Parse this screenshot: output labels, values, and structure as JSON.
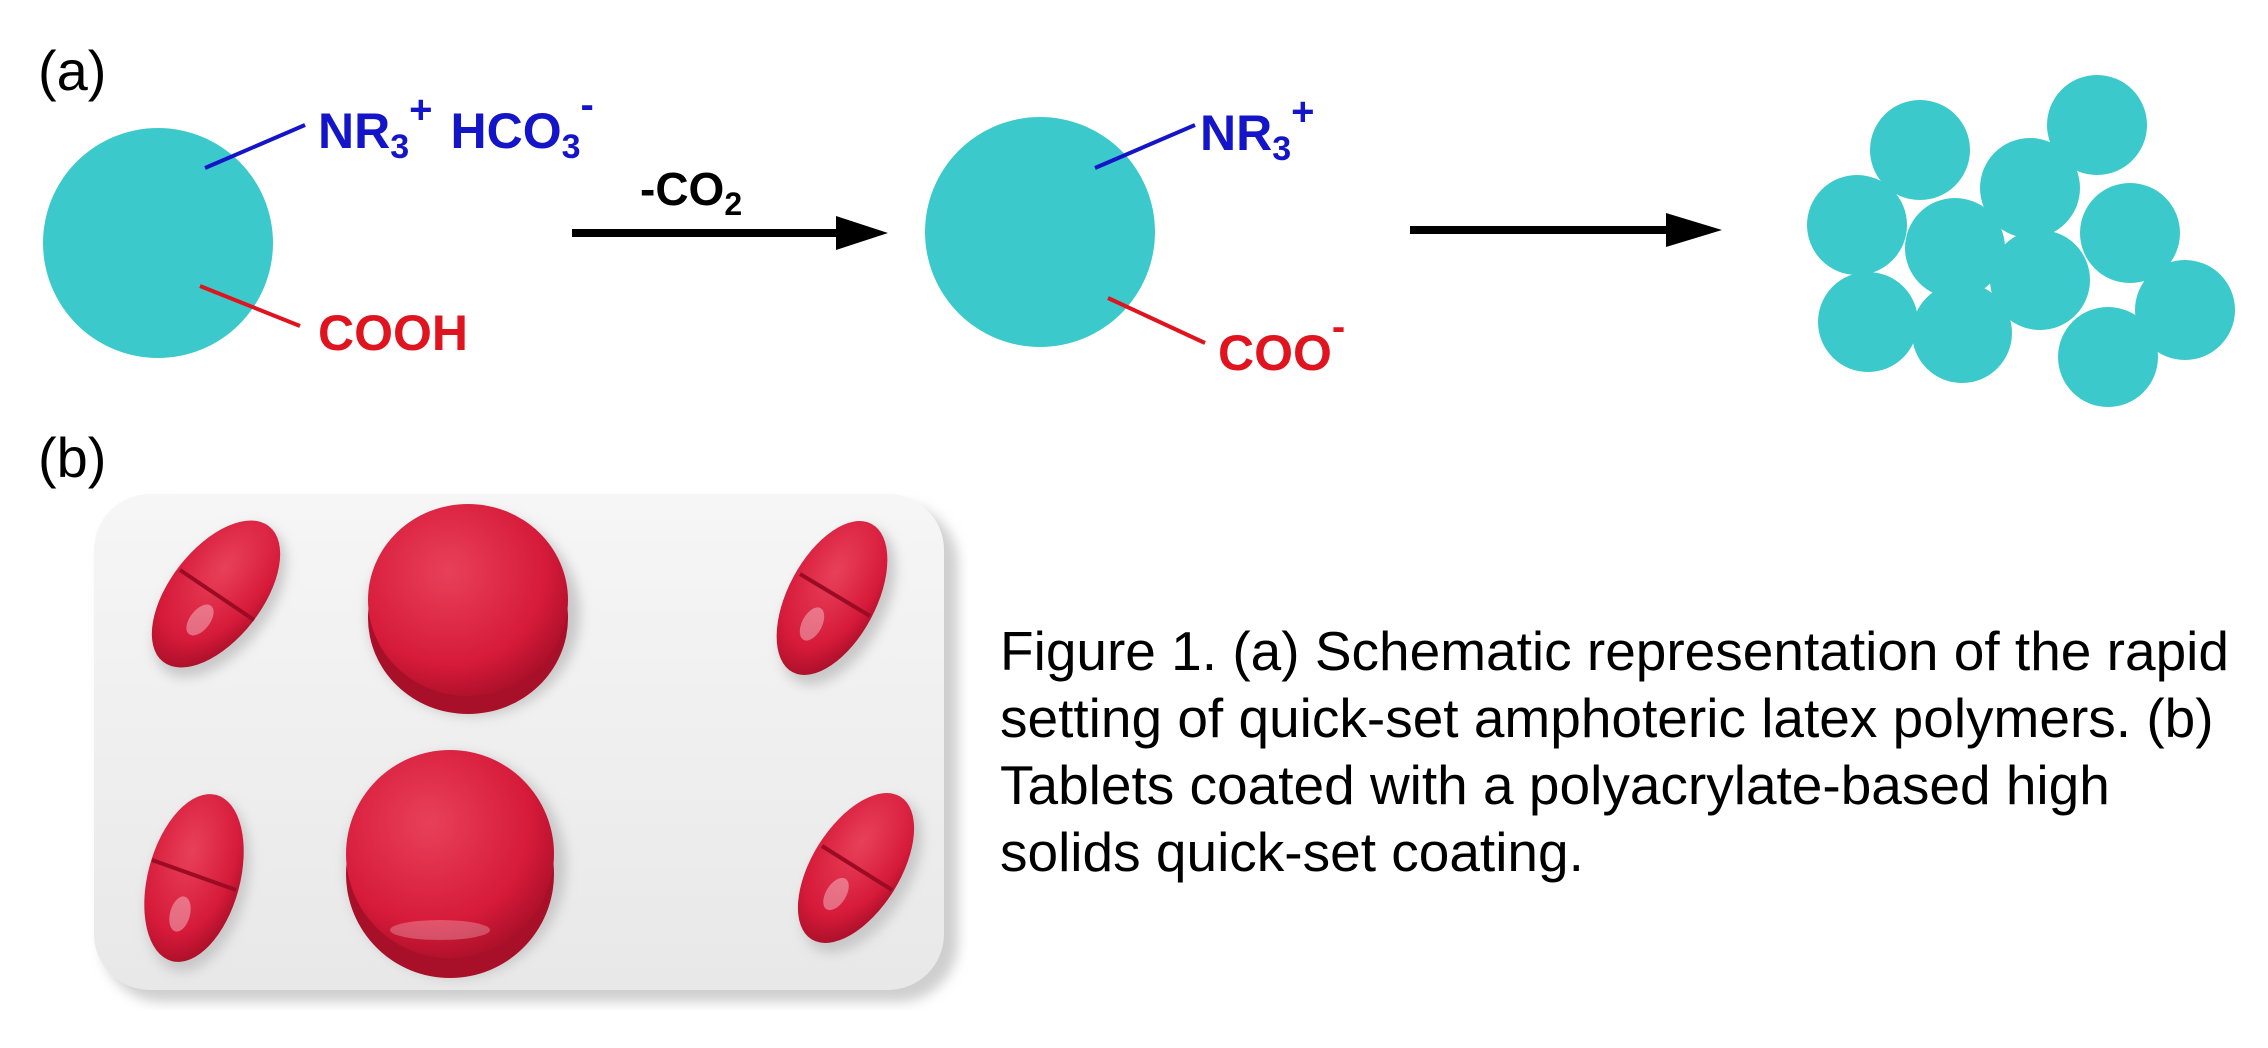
{
  "panels": {
    "a": "(a)",
    "b": "(b)"
  },
  "scheme": {
    "left_particle": {
      "amine": "NR",
      "amine_sub": "3",
      "amine_sup": "+",
      "counter_ion": "HCO",
      "counter_sub": "3",
      "counter_sup": "-",
      "acid": "COOH"
    },
    "arrow1_label": {
      "main": "-CO",
      "sub": "2"
    },
    "middle_particle": {
      "amine": "NR",
      "amine_sub": "3",
      "amine_sup": "+",
      "acid": "COO",
      "acid_sup": "-"
    }
  },
  "caption": "Figure 1. (a) Schematic representation of the rapid setting of quick-set amphoteric latex polymers. (b) Tablets coated with a polyacrylate-based high solids quick-set coating.",
  "colors": {
    "particle": "#3cc9cb",
    "amine": "#1414c8",
    "acid": "#e0141e",
    "tablet": "#d61a3a",
    "tray": "#f2f2f2"
  }
}
